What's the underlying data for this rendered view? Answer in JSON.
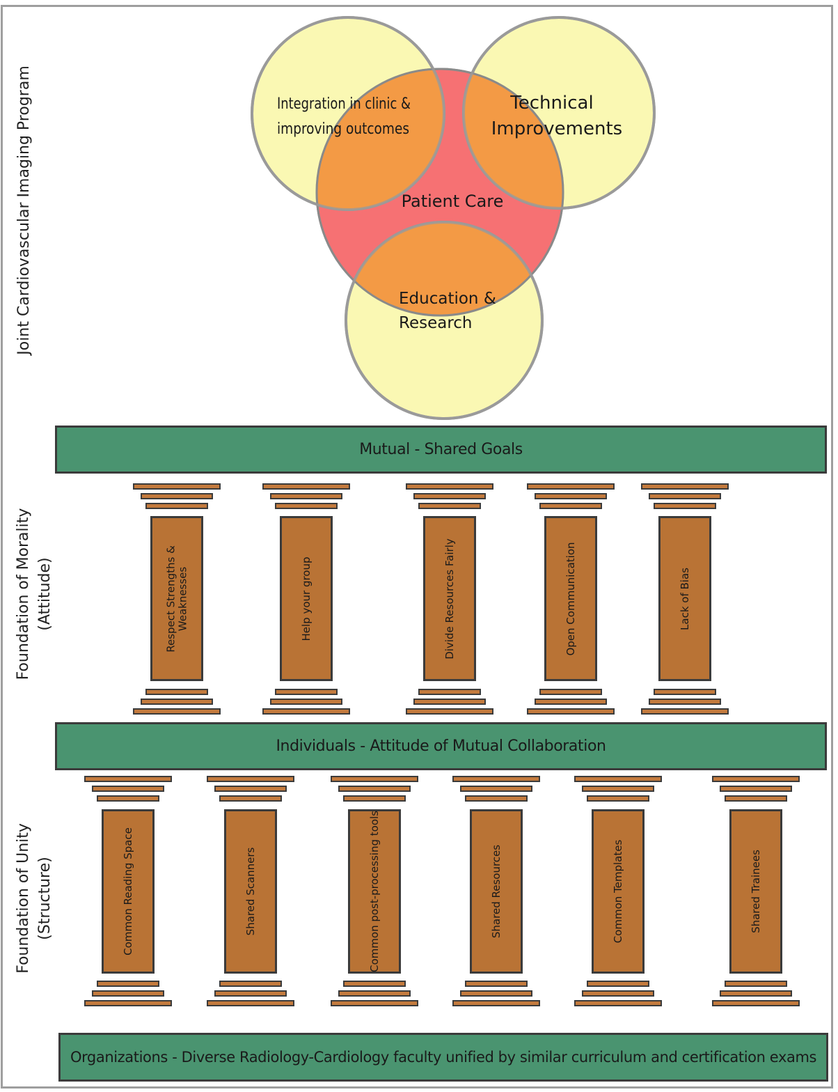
{
  "venn": {
    "center_label": "Patient Care",
    "circles": [
      {
        "lines": [
          "Integration in clinic &",
          "improving outcomes"
        ]
      },
      {
        "lines": [
          "Technical",
          "Improvements"
        ]
      },
      {
        "lines": [
          "Education &",
          "Research"
        ]
      }
    ],
    "colors": {
      "outer": "#f7f48a",
      "center": "#f4585a",
      "overlap": "#f39a45"
    }
  },
  "side_labels": {
    "program": "Joint Cardiovascular Imaging Program",
    "morality": [
      "Foundation of Morality",
      "(Attitude)"
    ],
    "unity": [
      "Foundation of Unity",
      "(Structure)"
    ]
  },
  "bands": {
    "goals": "Mutual - Shared Goals",
    "individuals": "Individuals - Attitude of Mutual Collaboration",
    "organizations": "Organizations - Diverse Radiology-Cardiology faculty unified by similar curriculum and certification exams"
  },
  "morality_pillars": [
    {
      "label": "Respect Strengths &\nWeaknesses"
    },
    {
      "label": "Help your group"
    },
    {
      "label": "Divide Resources Fairly"
    },
    {
      "label": "Open Communication"
    },
    {
      "label": "Lack of Bias"
    }
  ],
  "unity_pillars": [
    {
      "label": "Common Reading Space"
    },
    {
      "label": "Shared Scanners"
    },
    {
      "label": "Common post-processing tools"
    },
    {
      "label": "Shared Resources"
    },
    {
      "label": "Common Templates"
    },
    {
      "label": "Shared Trainees"
    }
  ],
  "colors": {
    "band": "#4a9470",
    "pillar": "#b97335",
    "outline": "#3b3b3b"
  }
}
